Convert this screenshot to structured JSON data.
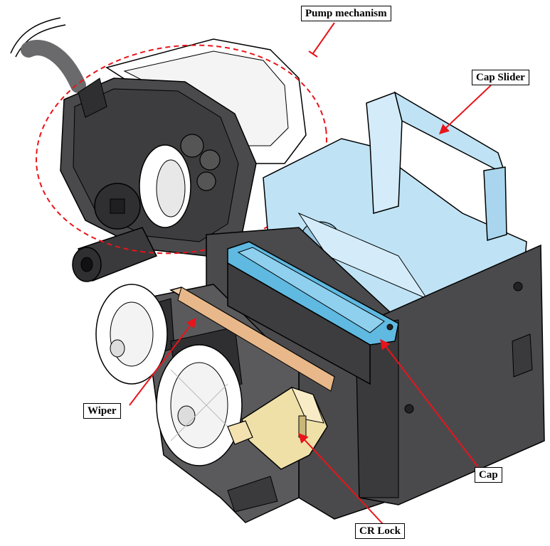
{
  "labels": {
    "pump_mechanism": "Pump mechanism",
    "cap_slider": "Cap Slider",
    "wiper": "Wiper",
    "cap": "Cap",
    "cr_lock": "CR Lock"
  },
  "colors": {
    "housing": "#4a4a4c",
    "housing_dark": "#2f2f31",
    "housing_light": "#6a6a6c",
    "cap_slider": "#bfe3f5",
    "cap_slider_edge": "#7fb6d4",
    "cap": "#5fb9e0",
    "wiper": "#f3cfa8",
    "cr_lock": "#efe0a8",
    "wheel": "#ffffff",
    "callout_line": "#e8141b",
    "pump_outline": "#e8141b"
  },
  "icons": [
    "pump-mechanism-illustration",
    "cap-slider-illustration",
    "cap-illustration",
    "wiper-illustration",
    "cr-lock-illustration",
    "gear-wheel-illustration"
  ]
}
